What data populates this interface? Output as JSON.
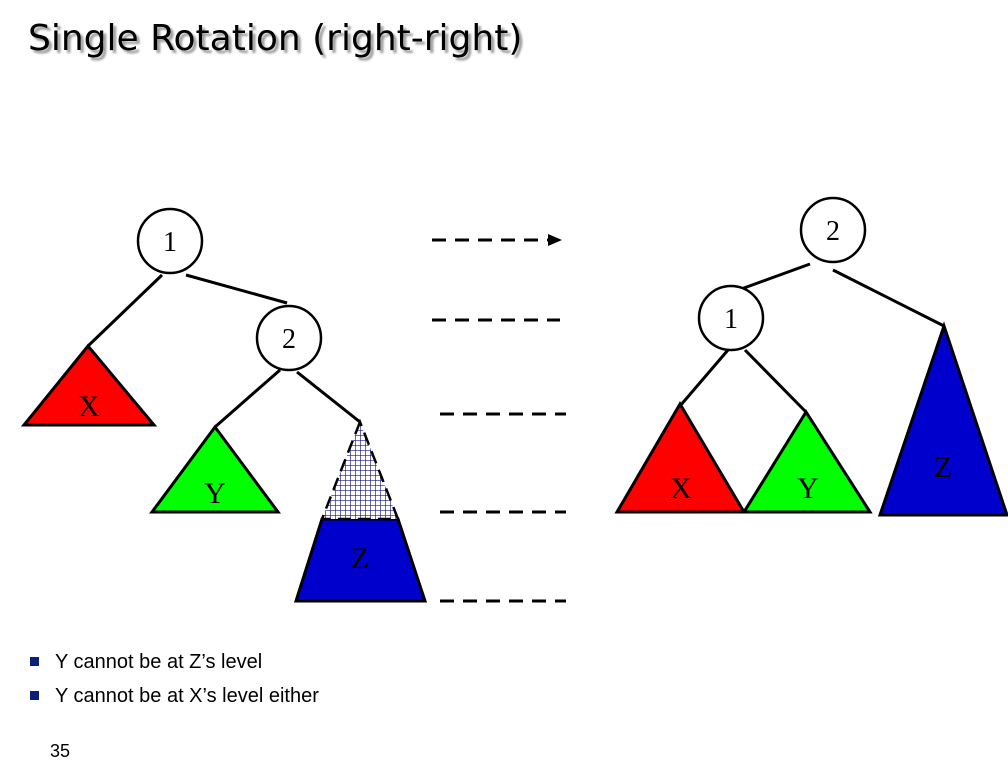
{
  "slide": {
    "title": "Single Rotation (right-right)",
    "page_number": "35"
  },
  "before": {
    "nodes": [
      "1",
      "2"
    ],
    "subtrees": [
      "X",
      "Y",
      "Z"
    ]
  },
  "after": {
    "nodes": [
      "2",
      "1"
    ],
    "subtrees": [
      "X",
      "Y",
      "Z"
    ]
  },
  "bullets": [
    "Y cannot be at Z’s level",
    "Y cannot be at X’s level either"
  ],
  "colors": {
    "x_subtree": "#ff0000",
    "y_subtree": "#00ff00",
    "z_subtree": "#0000cc",
    "bullet": "#0b1f78",
    "outline": "#000000"
  }
}
